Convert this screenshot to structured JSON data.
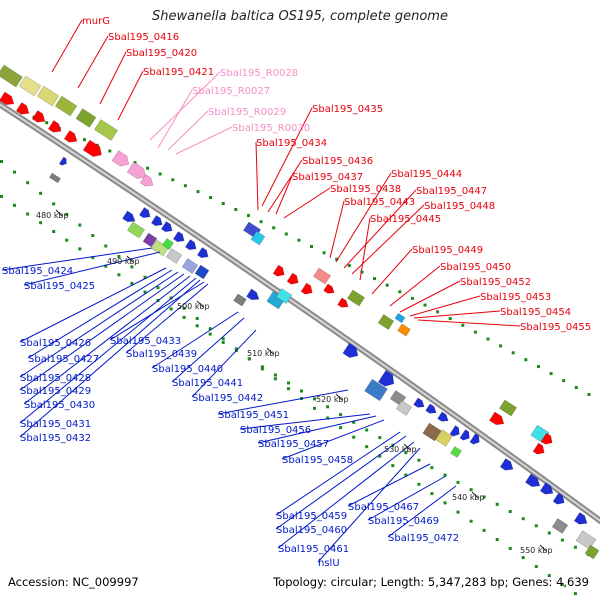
{
  "title": "Shewanella baltica OS195, complete genome",
  "footer": {
    "accession": "Accession: NC_009997",
    "topology": "Topology: circular; Length: 5,347,283 bp; Genes: 4,639"
  },
  "colors": {
    "upper_label": "#e8000b",
    "rna_label": "#f48fc5",
    "lower_label": "#0018c8",
    "backbone": "#8a8a8a",
    "tick": "#1a8a1a"
  },
  "kbp_ticks": [
    "480 kbp",
    "490 kbp",
    "500 kbp",
    "510 kbp",
    "520 kbp",
    "530 kbp",
    "540 kbp",
    "550 kbp"
  ],
  "upper_labels": [
    "murG",
    "Sbal195_0416",
    "Sbal195_0420",
    "Sbal195_0421",
    "Sbal195_R0028",
    "Sbal195_R0027",
    "Sbal195_R0029",
    "Sbal195_R0030",
    "Sbal195_0435",
    "Sbal195_0434",
    "Sbal195_0436",
    "Sbal195_0437",
    "Sbal195_0438",
    "Sbal195_0443",
    "Sbal195_0444",
    "Sbal195_0447",
    "Sbal195_0448",
    "Sbal195_0445",
    "Sbal195_0449",
    "Sbal195_0450",
    "Sbal195_0452",
    "Sbal195_0453",
    "Sbal195_0454",
    "Sbal195_0455"
  ],
  "lower_labels": [
    "Sbal195_0424",
    "Sbal195_0425",
    "Sbal195_0426",
    "Sbal195_0427",
    "Sbal195_0428",
    "Sbal195_0429",
    "Sbal195_0430",
    "Sbal195_0431",
    "Sbal195_0432",
    "Sbal195_0433",
    "Sbal195_0439",
    "Sbal195_0440",
    "Sbal195_0441",
    "Sbal195_0442",
    "Sbal195_0451",
    "Sbal195_0456",
    "Sbal195_0457",
    "Sbal195_0458",
    "Sbal195_0459",
    "Sbal195_0460",
    "Sbal195_0461",
    "hslU",
    "Sbal195_0467",
    "Sbal195_0469",
    "Sbal195_0472"
  ]
}
